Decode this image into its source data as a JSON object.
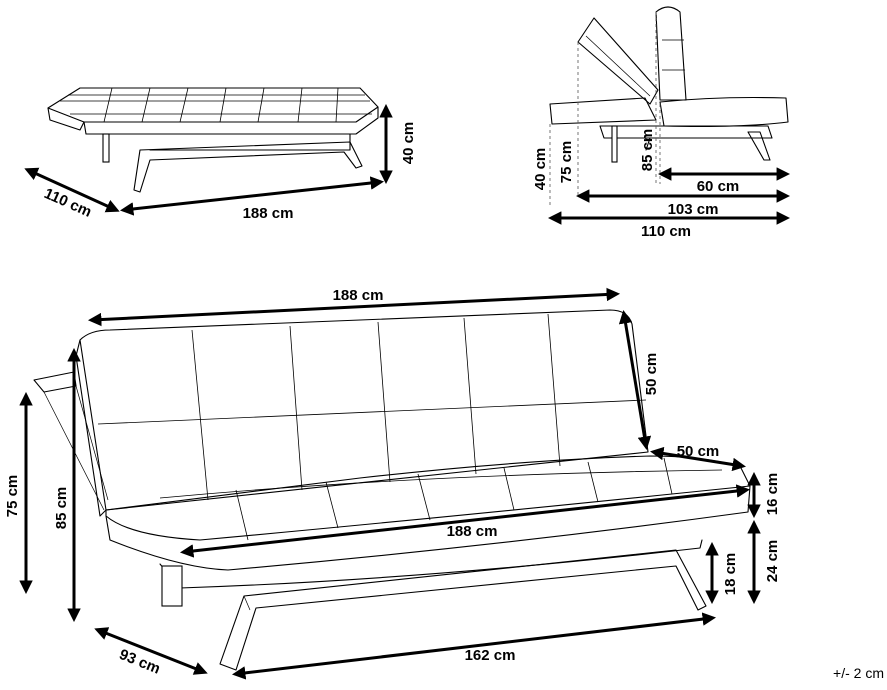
{
  "dimensions": {
    "top_left": {
      "length": "188 cm",
      "depth": "110 cm",
      "height": "40 cm"
    },
    "side_view": {
      "h40": "40 cm",
      "h75": "75 cm",
      "h85": "85 cm",
      "w60": "60 cm",
      "w103": "103 cm",
      "w110": "110 cm"
    },
    "main_view": {
      "back_width": "188 cm",
      "back_height": "50 cm",
      "seat_depth": "50 cm",
      "seat_width": "188 cm",
      "cushion_thickness": "16 cm",
      "seat_height": "24 cm",
      "leg_height": "18 cm",
      "recline_height": "75 cm",
      "total_height": "85 cm",
      "total_depth": "93 cm",
      "frame_width": "162 cm"
    }
  },
  "tolerance": "+/- 2 cm"
}
